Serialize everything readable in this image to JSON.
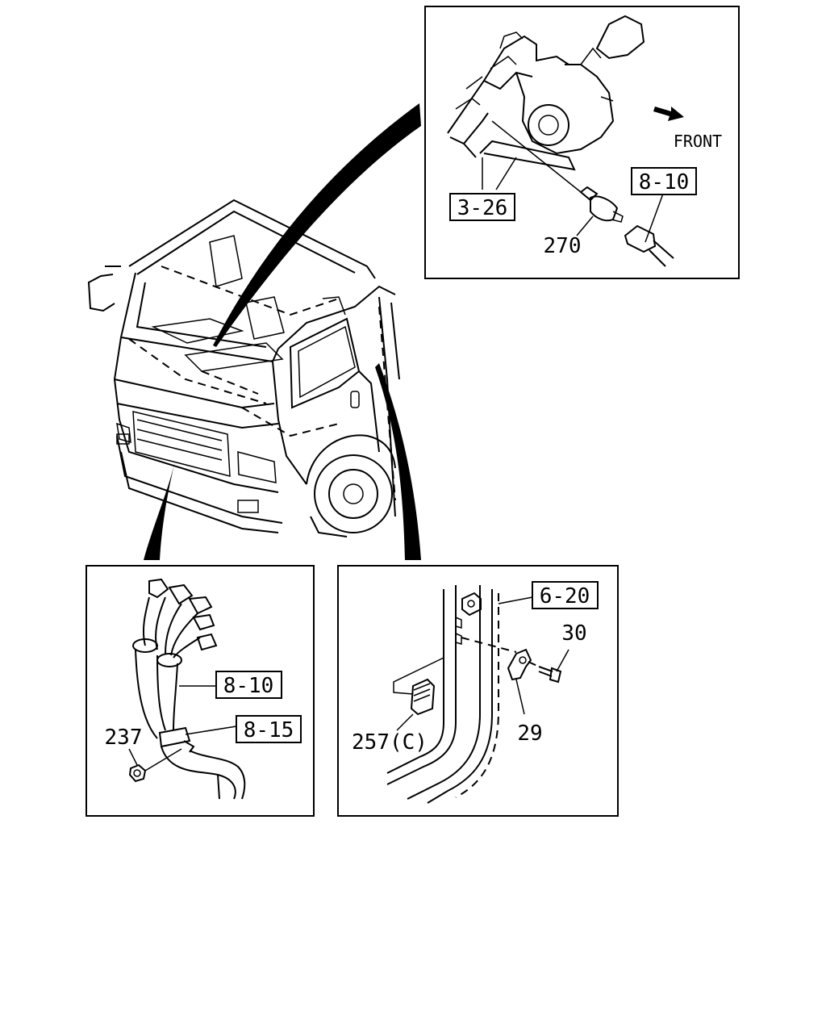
{
  "diagram": {
    "top_right_panel": {
      "ref_3_26": "3-26",
      "ref_8_10": "8-10",
      "part_270": "270",
      "front_label": "FRONT"
    },
    "bottom_left_panel": {
      "ref_8_10": "8-10",
      "ref_8_15": "8-15",
      "part_237": "237"
    },
    "bottom_right_panel": {
      "ref_6_20": "6-20",
      "part_30": "30",
      "part_29": "29",
      "part_257": "257(C)"
    }
  }
}
